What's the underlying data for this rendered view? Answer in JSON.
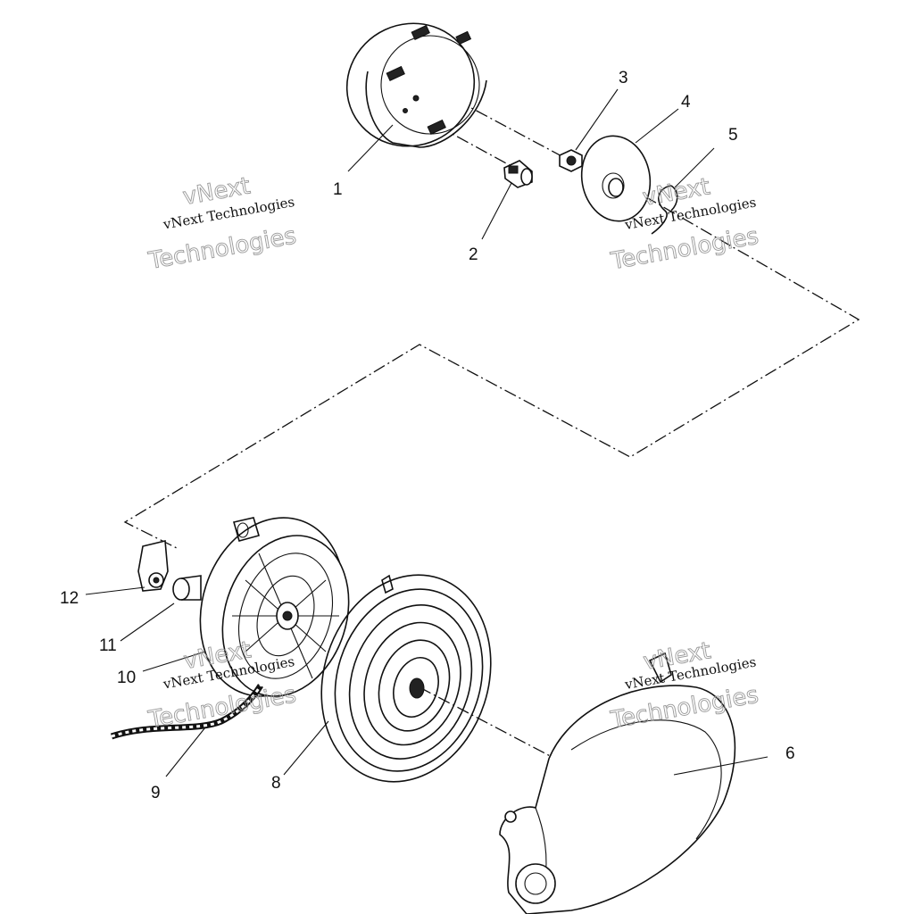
{
  "callouts": {
    "c1": "1",
    "c2": "2",
    "c3": "3",
    "c4": "4",
    "c5": "5",
    "c6": "6",
    "c8": "8",
    "c9": "9",
    "c10": "10",
    "c11": "11",
    "c12": "12"
  },
  "watermark": {
    "line1": "vNext",
    "line2": "vNext Technologies",
    "line3": "Technologies"
  }
}
